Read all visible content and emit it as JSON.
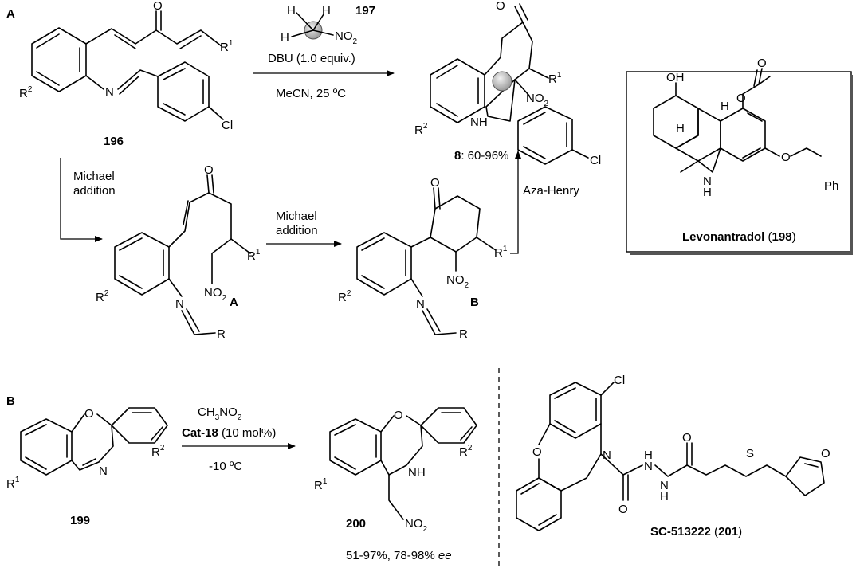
{
  "panel_a": {
    "label": "A",
    "compound_196": "196",
    "compound_197": "197",
    "reagent": "DBU (1.0 equiv.)",
    "conditions": "MeCN, 25 ºC",
    "product_8": "8",
    "yield_8": ": 60-96%",
    "step1": [
      "Michael",
      "addition"
    ],
    "step2": [
      "Michael",
      "addition"
    ],
    "step3": "Aza-Henry",
    "intermediate_a": "A",
    "intermediate_b": "B"
  },
  "levonantradol": {
    "name": "Levonantradol",
    "number": "198"
  },
  "panel_b": {
    "label": "B",
    "reagent_top": "CH3NO2",
    "catalyst": "Cat-18",
    "catalyst_loading": " (10 mol%)",
    "temperature": "-10 ºC",
    "compound_199": "199",
    "compound_200": "200",
    "yield_200": "51-97%, 78-98% ",
    "ee": "ee"
  },
  "sc513222": {
    "name": "SC-513222",
    "number": "201"
  },
  "atoms": {
    "O": "O",
    "N": "N",
    "NH": "NH",
    "H": "H",
    "Cl": "Cl",
    "S": "S",
    "OH": "OH",
    "Ph": "Ph",
    "R": "R"
  }
}
